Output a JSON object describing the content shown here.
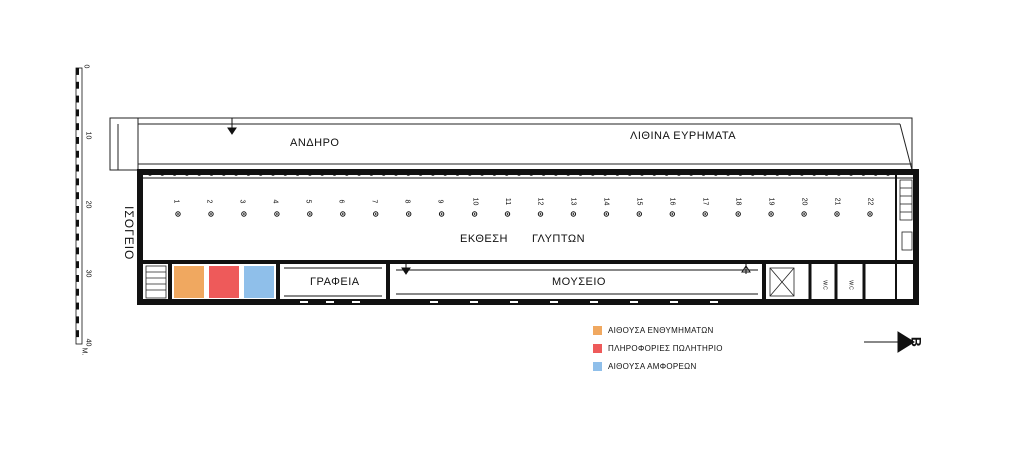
{
  "plan": {
    "floor_label": "ΙΣΟΓΕΙΟ",
    "rooms": {
      "andron": "ΑΝΔΗΡΟ",
      "stone_finds": "ΛΙΘΙΝΑ ΕΥΡΗΜΑΤΑ",
      "sculpture_exhibit_1": "ΕΚΘΕΣΗ",
      "sculpture_exhibit_2": "ΓΛΥΠΤΩΝ",
      "offices": "ΓΡΑΦΕΙΑ",
      "museum": "ΜΟΥΣΕΙΟ",
      "wc1": "W.C",
      "wc2": "W.C"
    },
    "columns": [
      "1",
      "2",
      "3",
      "4",
      "5",
      "6",
      "7",
      "8",
      "9",
      "10",
      "11",
      "12",
      "13",
      "14",
      "15",
      "16",
      "17",
      "18",
      "19",
      "20",
      "21",
      "22"
    ],
    "north_label": "B"
  },
  "scale": {
    "ticks": [
      "0",
      "10",
      "20",
      "30",
      "40"
    ],
    "unit": "M."
  },
  "legend": {
    "items": [
      {
        "label": "ΑΙΘΟΥΣΑ ΕΝΘΥΜΗΜΑΤΩΝ",
        "color": "#f0a860"
      },
      {
        "label": "ΠΛΗΡΟΦΟΡΙΕΣ ΠΩΛΗΤΗΡΙΟ",
        "color": "#ee5a5a"
      },
      {
        "label": "ΑΙΘΟΥΣΑ ΑΜΦΟΡΕΩΝ",
        "color": "#8fbfea"
      }
    ]
  }
}
